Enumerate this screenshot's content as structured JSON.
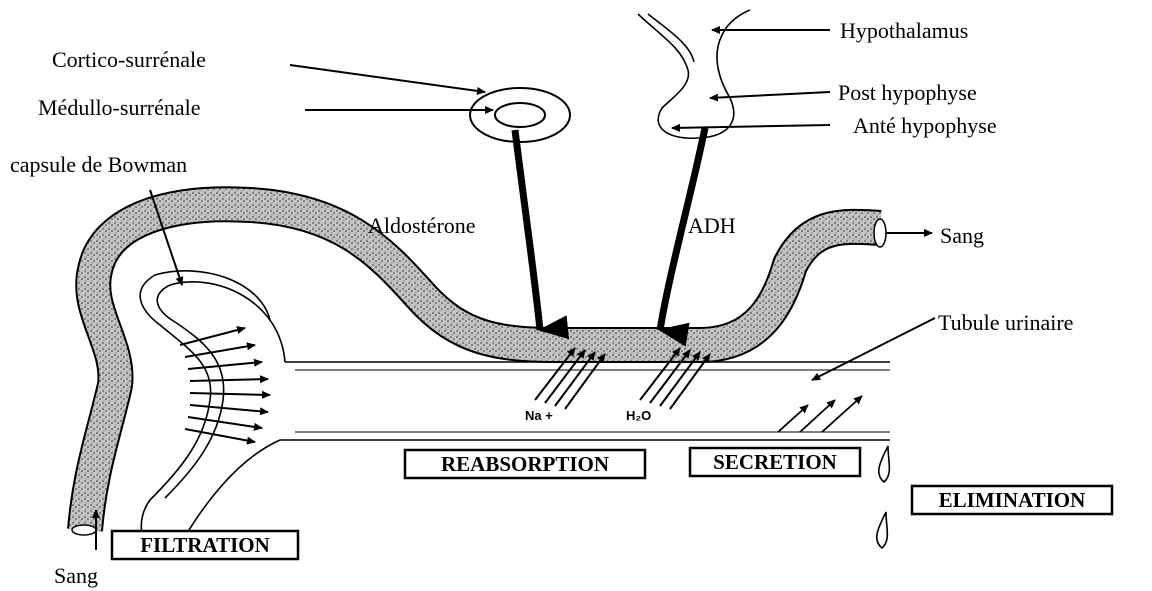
{
  "labels": {
    "cortico": "Cortico-surrénale",
    "medullo": "Médullo-surrénale",
    "bowman": "capsule de Bowman",
    "aldosterone": "Aldostérone",
    "adh": "ADH",
    "hypothalamus": "Hypothalamus",
    "post_hypophyse": "Post hypophyse",
    "ante_hypophyse": "Anté hypophyse",
    "sang_out": "Sang",
    "tubule": "Tubule urinaire",
    "sang_in": "Sang",
    "na": "Na +",
    "h2o": "H₂O"
  },
  "boxes": {
    "reabsorption": "REABSORPTION",
    "secretion": "SECRETION",
    "elimination": "ELIMINATION",
    "filtration": "FILTRATION"
  },
  "colors": {
    "stroke": "#000000",
    "vessel_fill": "#b8b8b8",
    "background": "#ffffff"
  }
}
